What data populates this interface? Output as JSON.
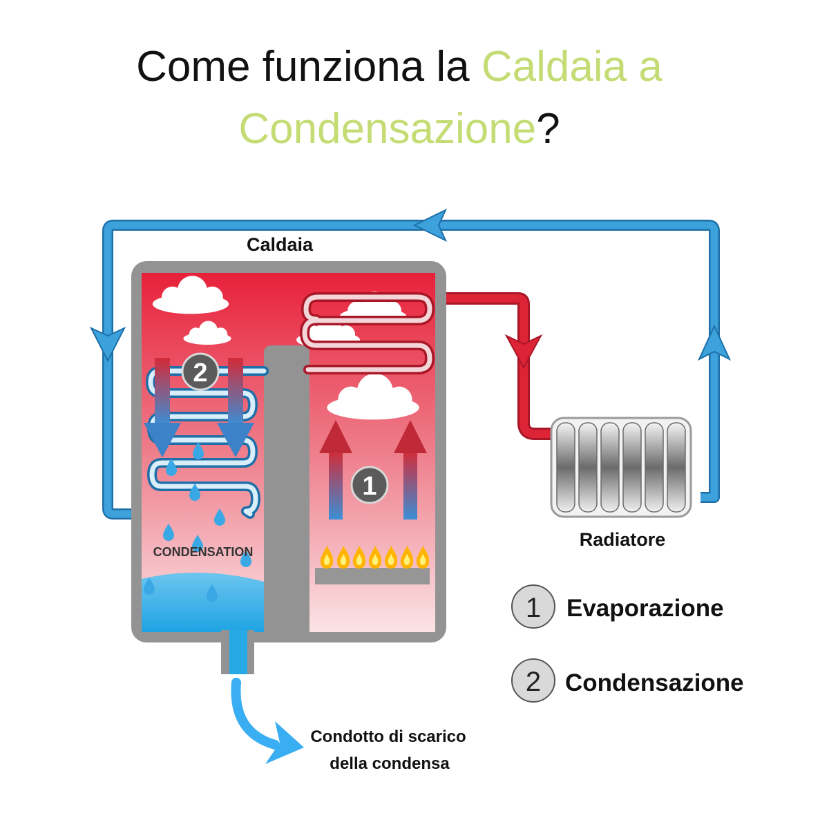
{
  "title": {
    "part1": "Come funziona la ",
    "highlight1": "Caldaia a",
    "highlight2": "Condensazione",
    "part2": "?"
  },
  "labels": {
    "caldaia": "Caldaia",
    "radiatore": "Radiatore",
    "condensation": "CONDENSATION",
    "drain_line1": "Condotto di scarico",
    "drain_line2": "della condensa"
  },
  "markers": {
    "one": "1",
    "two": "2"
  },
  "legend": [
    {
      "number": "1",
      "label": "Evaporazione"
    },
    {
      "number": "2",
      "label": "Condensazione"
    }
  ],
  "colors": {
    "accent": "#c5dc74",
    "cold_pipe": "#3da2db",
    "hot_pipe": "#dc2436",
    "water": "#27a9e6",
    "boiler_body": "#939393"
  }
}
